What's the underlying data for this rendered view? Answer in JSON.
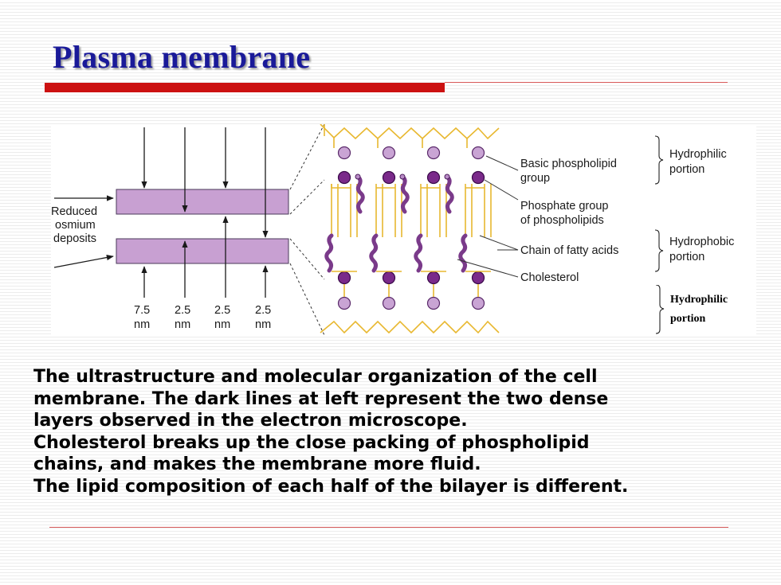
{
  "slide": {
    "title": "Plasma membrane",
    "caption_lines": [
      "The ultrastructure and molecular organization of the cell",
      "membrane. The dark lines at left represent the two dense",
      "layers observed in the electron microscope.",
      "Cholesterol breaks up the close packing of phospholipid",
      "chains, and makes the membrane more fluid.",
      "The lipid composition of each half of the bilayer is different."
    ]
  },
  "figure": {
    "left_label": [
      "Reduced",
      "osmium",
      "deposits"
    ],
    "measurements": [
      {
        "value": "7.5",
        "unit": "nm"
      },
      {
        "value": "2.5",
        "unit": "nm"
      },
      {
        "value": "2.5",
        "unit": "nm"
      },
      {
        "value": "2.5",
        "unit": "nm"
      }
    ],
    "labels": {
      "basic_phospholipid": [
        "Basic phospholipid",
        "group"
      ],
      "phosphate_group": [
        "Phosphate group",
        "of phospholipids"
      ],
      "fatty_acids": "Chain of fatty acids",
      "cholesterol": "Cholesterol"
    },
    "brackets": {
      "top": [
        "Hydrophilic",
        "portion"
      ],
      "middle": [
        "Hydrophobic",
        "portion"
      ],
      "bottom": [
        "Hydrophilic",
        "portion"
      ]
    },
    "colors": {
      "deposit_fill": "#c8a0d2",
      "head_fill": "#7a2a8a",
      "head_light_fill": "#c9a4d4",
      "tail_stroke": "#e8b830"
    }
  }
}
